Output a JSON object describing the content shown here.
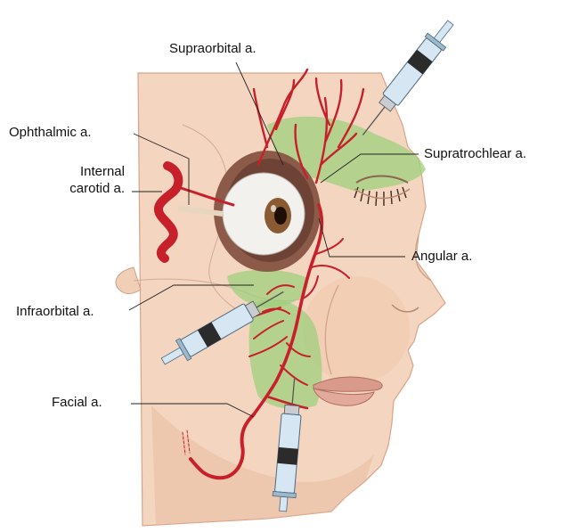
{
  "labels": {
    "supraorbital": "Supraorbital a.",
    "ophthalmic": "Ophthalmic a.",
    "supratrochlear": "Supratrochlear a.",
    "internal_carotid_line1": "Internal",
    "internal_carotid_line2": "carotid a.",
    "angular": "Angular a.",
    "infraorbital": "Infraorbital a.",
    "facial": "Facial a."
  },
  "colors": {
    "skin": "#f4d5bf",
    "skin_shadow": "#e8bca0",
    "artery": "#c8202a",
    "artery_dark": "#8e1218",
    "injection_zone": "#9fcf7d",
    "eyeball": "#f3f1ee",
    "iris": "#8a5a32",
    "orbit": "#8b5a48",
    "syringe_barrel": "#d6e6f2",
    "syringe_dark": "#2b2b2b",
    "leader_line": "#222222"
  },
  "icons": {
    "needle": "syringe-icon"
  }
}
